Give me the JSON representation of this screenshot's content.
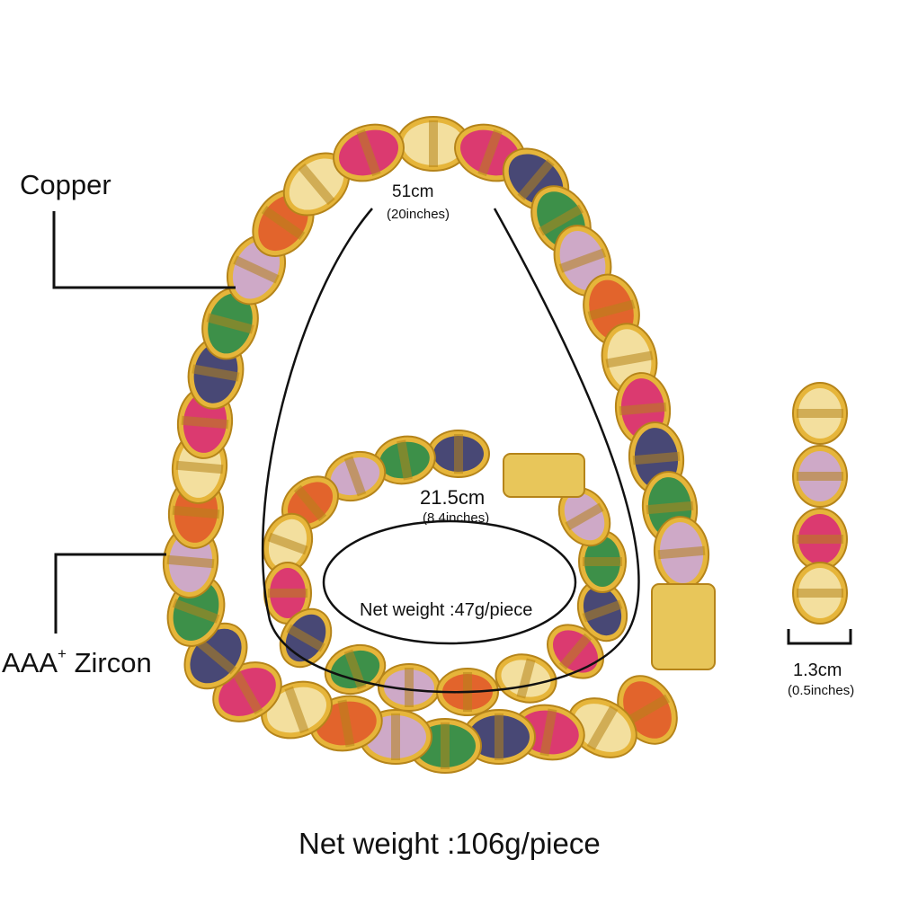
{
  "labels": {
    "copper": "Copper",
    "zircon_prefix": "AAA",
    "zircon_sup": "+",
    "zircon_suffix": " Zircon"
  },
  "measurements": {
    "necklace_cm": "51cm",
    "necklace_in": "(20inches)",
    "bracelet_cm": "21.5cm",
    "bracelet_in": "(8.4inches)",
    "bracelet_weight": "Net weight :47g/piece",
    "link_cm": "1.3cm",
    "link_in": "(0.5inches)",
    "necklace_weight": "Net weight :106g/piece"
  },
  "colors": {
    "gold": "#e6b53a",
    "gold_dark": "#b5841a",
    "stone_pink": "#d8247a",
    "stone_green": "#1f8a4c",
    "stone_blue": "#2b3580",
    "stone_lavender": "#c9a7e0",
    "stone_orange": "#e0562a",
    "stone_clear": "#f4e6b0"
  }
}
